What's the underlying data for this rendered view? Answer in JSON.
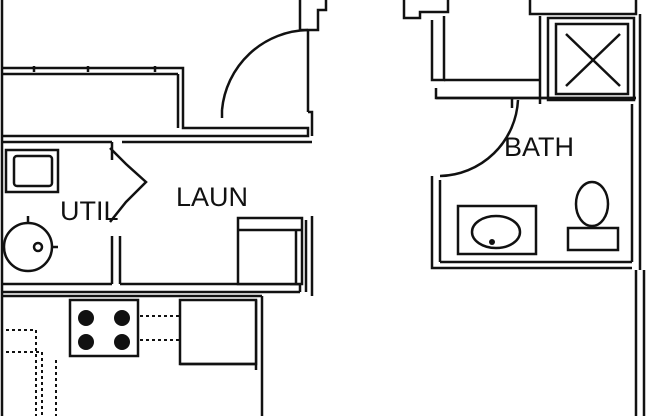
{
  "rooms": {
    "util": "UTIL",
    "laun": "LAUN",
    "bath": "BATH"
  },
  "colors": {
    "ink": "#111111",
    "paper": "#ffffff"
  },
  "icons": {
    "shower": "shower-x-icon",
    "water_heater": "water-heater-icon",
    "sink": "sink-icon",
    "toilet": "toilet-icon",
    "range": "range-burners-icon",
    "washer": "washer-icon",
    "door_swing": "door-swing-icon"
  }
}
